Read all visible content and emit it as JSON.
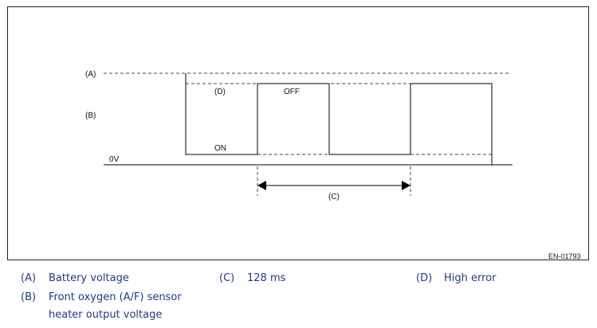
{
  "diagram": {
    "labels": {
      "a": "(A)",
      "b": "(B)",
      "d": "(D)",
      "c": "(C)",
      "off": "OFF",
      "on": "ON",
      "zero_volt": "0V"
    },
    "figure_code": "EN-01793"
  },
  "legend": {
    "a_key": "(A)",
    "a_text": "Battery voltage",
    "b_key": "(B)",
    "b_text_line1": "Front oxygen (A/F) sensor",
    "b_text_line2": "heater output voltage",
    "c_key": "(C)",
    "c_text": "128 ms",
    "d_key": "(D)",
    "d_text": "High error"
  },
  "colors": {
    "legend_text": "#1f3a8a",
    "lines": "#000000",
    "dashed": "#555555"
  }
}
